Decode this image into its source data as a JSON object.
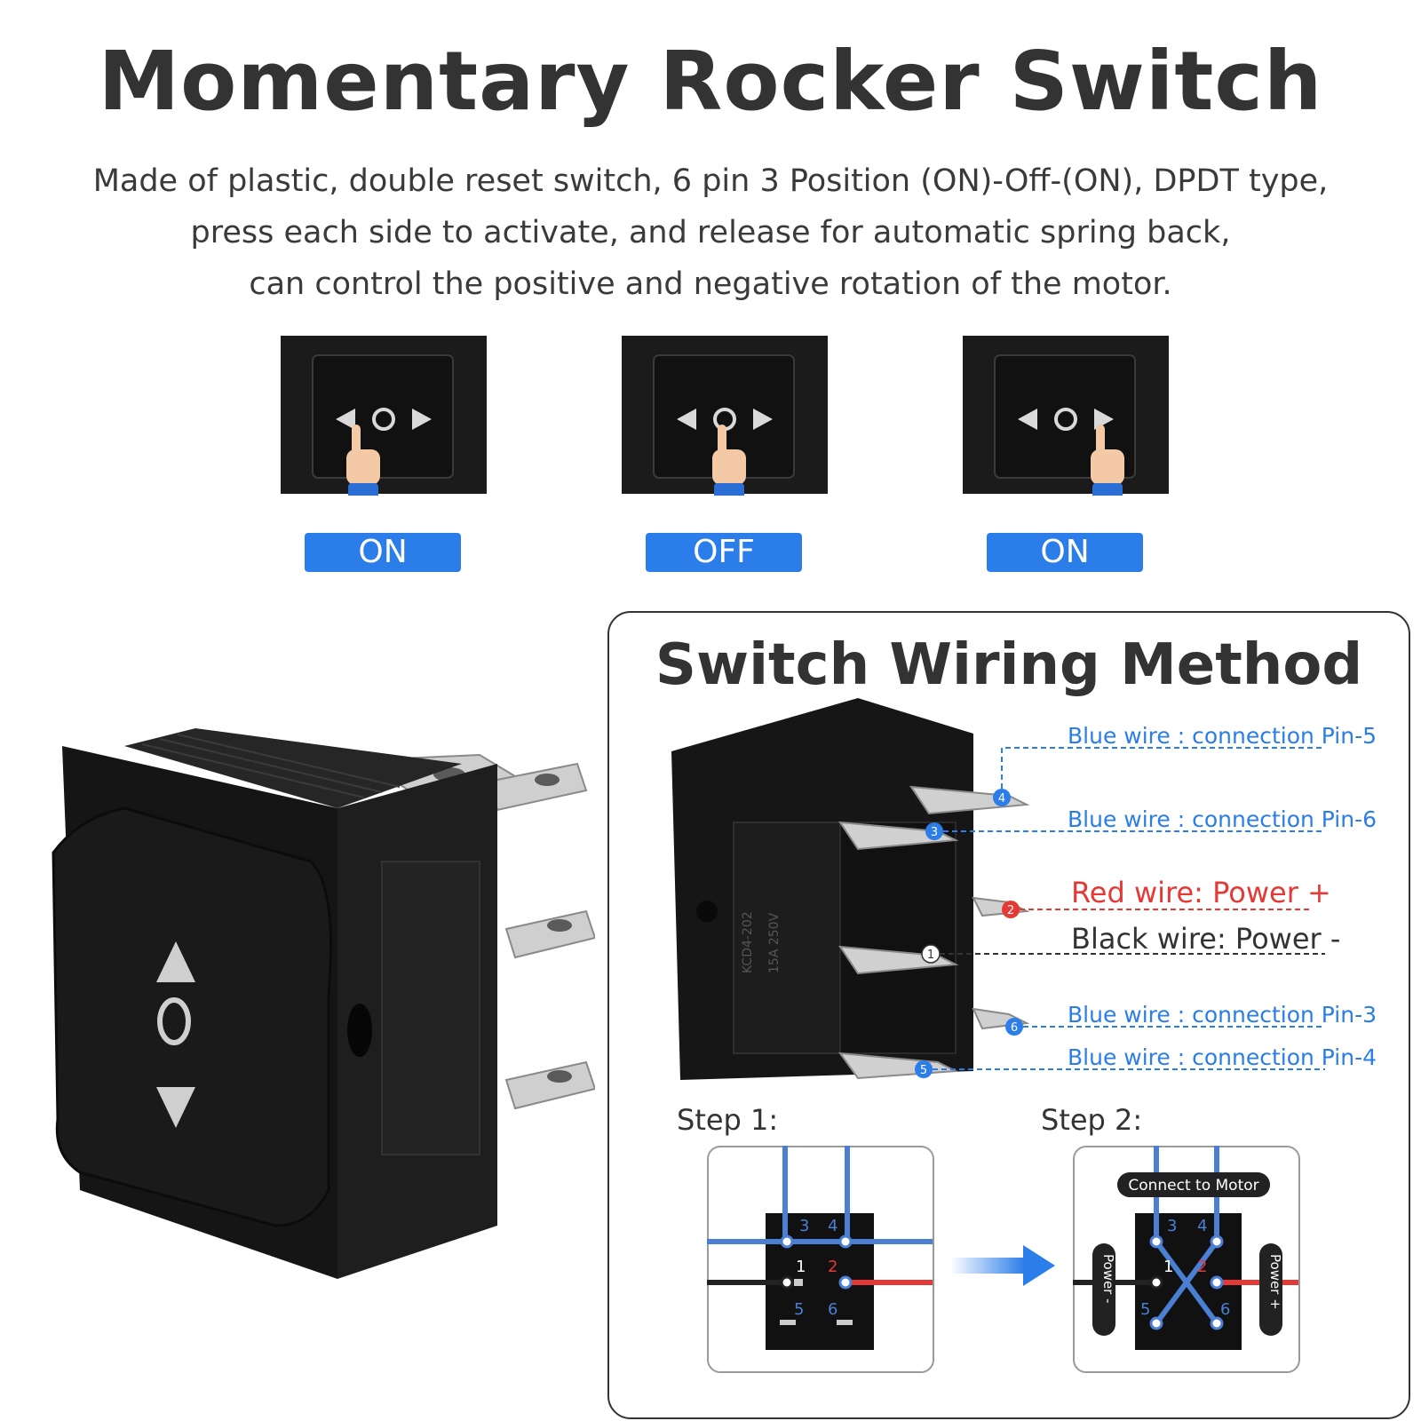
{
  "title": "Momentary Rocker Switch",
  "description": [
    "Made of plastic, double reset switch, 6 pin 3 Position (ON)-Off-(ON), DPDT type,",
    "press each side to activate, and release for automatic spring back,",
    "can control the positive and negative rotation of the motor."
  ],
  "positions": [
    {
      "label": "ON"
    },
    {
      "label": "OFF"
    },
    {
      "label": "ON"
    }
  ],
  "wiring": {
    "title": "Switch Wiring Method",
    "labels": {
      "pin5": "Blue wire : connection Pin-5",
      "pin6": "Blue wire : connection Pin-6",
      "red": "Red wire: Power +",
      "black": "Black wire: Power -",
      "pin3": "Blue wire : connection Pin-3",
      "pin4": "Blue wire : connection Pin-4"
    },
    "pin_markers": [
      "4",
      "3",
      "2",
      "1",
      "6",
      "5"
    ],
    "step1": {
      "label": "Step 1:",
      "pins": [
        "3",
        "4",
        "1",
        "2",
        "5",
        "6"
      ]
    },
    "step2": {
      "label": "Step 2:",
      "connect_label": "Connect to Motor",
      "power_minus": "Power -",
      "power_plus": "Power +",
      "pins": [
        "3",
        "4",
        "1",
        "2",
        "5",
        "6"
      ]
    }
  },
  "colors": {
    "accent": "#2b7de9",
    "red": "#e53935",
    "dark": "#1a1a1a"
  }
}
